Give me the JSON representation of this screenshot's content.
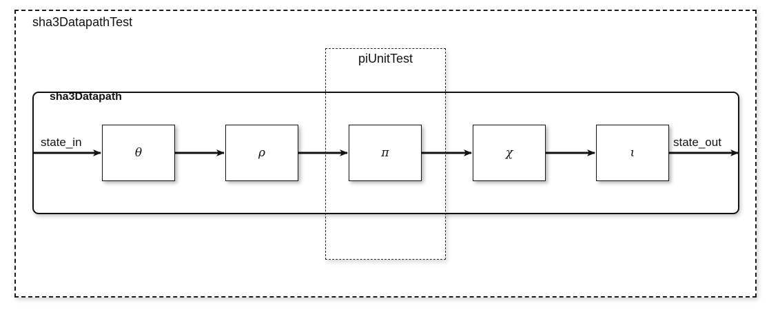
{
  "diagram": {
    "outer_test_label": "sha3DatapathTest",
    "pi_test_label": "piUnitTest",
    "datapath_label": "sha3Datapath",
    "input_label": "state_in",
    "output_label": "state_out",
    "units": [
      {
        "id": "theta",
        "symbol": "θ"
      },
      {
        "id": "rho",
        "symbol": "ρ"
      },
      {
        "id": "pi",
        "symbol": "π"
      },
      {
        "id": "chi",
        "symbol": "χ"
      },
      {
        "id": "iota",
        "symbol": "ι"
      }
    ]
  }
}
